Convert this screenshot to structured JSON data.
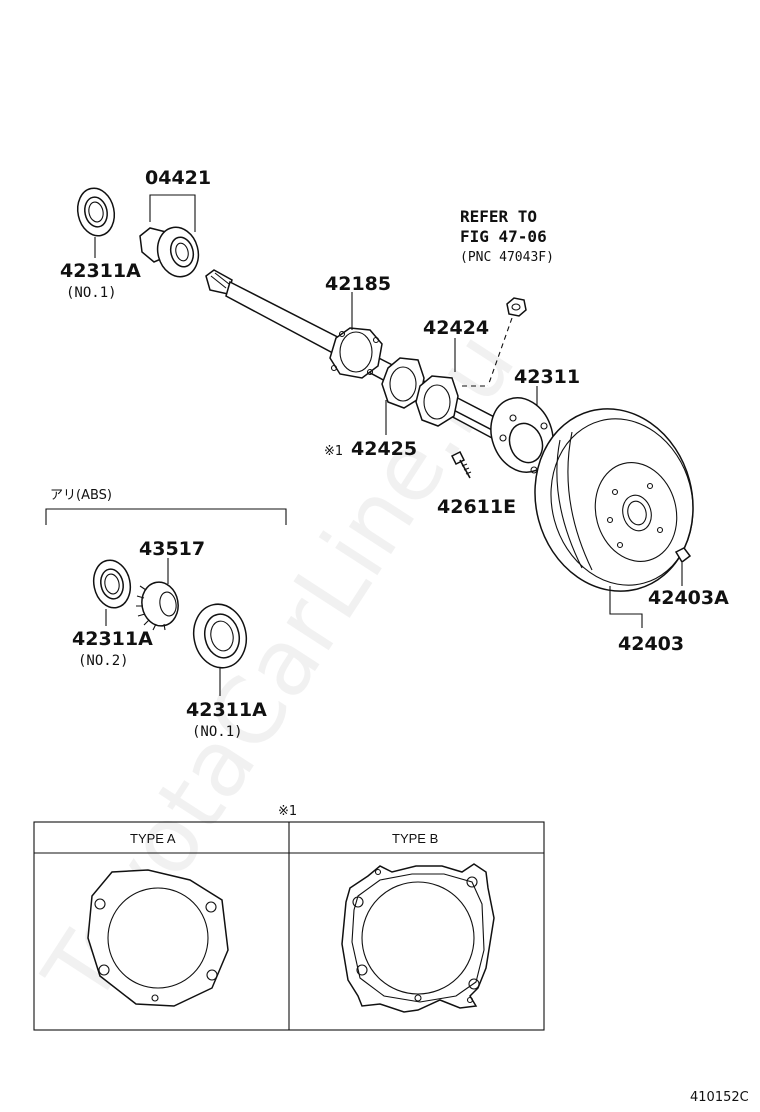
{
  "labels": {
    "p04421": "04421",
    "p42311A_top": "42311A",
    "p42311A_top_sub": "(NO.1)",
    "refer_line1": "REFER TO",
    "refer_line2": "FIG 47-06",
    "refer_line3": "(PNC 47043F)",
    "p42185": "42185",
    "p42424": "42424",
    "p42311": "42311",
    "p42425_mark": "※1",
    "p42425": "42425",
    "p42611E": "42611E",
    "abs_group": "アリ(ABS)",
    "p43517": "43517",
    "p42311A_abs": "42311A",
    "p42311A_abs_sub": "(NO.2)",
    "p42311A_low": "42311A",
    "p42311A_low_sub": "(NO.1)",
    "p42403A": "42403A",
    "p42403": "42403"
  },
  "table": {
    "mark": "※1",
    "type_a": "TYPE A",
    "type_b": "TYPE B"
  },
  "figure_code": "410152C",
  "watermark": "ToyotaCarLine.ru"
}
